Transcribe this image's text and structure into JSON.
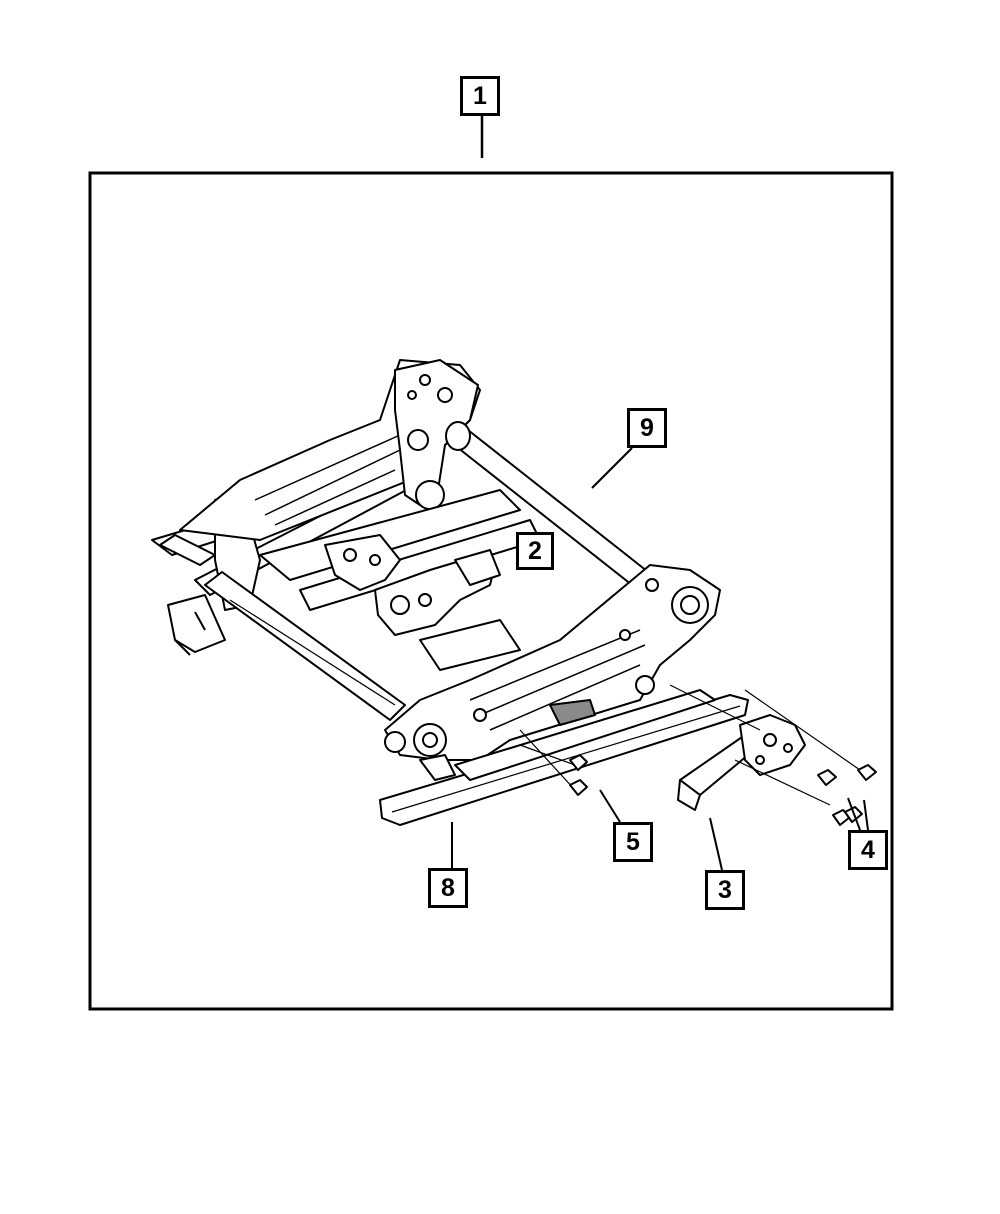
{
  "callouts": {
    "assembly": "1",
    "motor_bracket": "2",
    "motor": "3",
    "screws_right": "4",
    "screws_left": "5",
    "track": "8",
    "tube": "9"
  },
  "colors": {
    "line": "#000000",
    "background": "#ffffff",
    "mid_gray": "#8a8a8a"
  }
}
